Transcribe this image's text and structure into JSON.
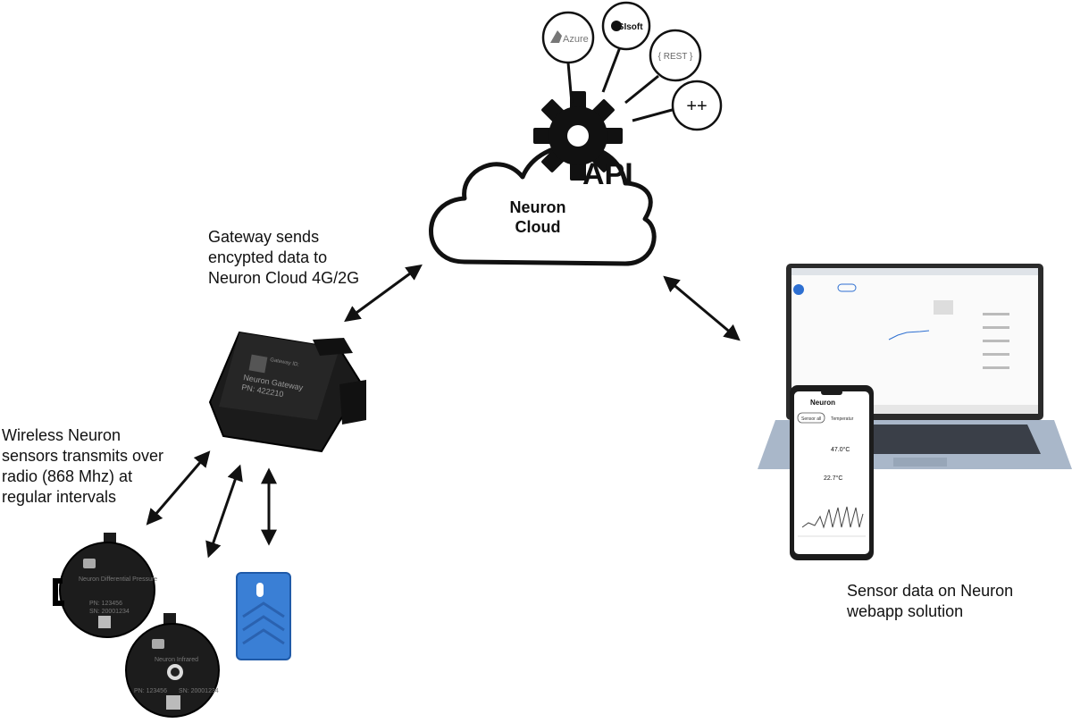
{
  "cloud": {
    "title_line1": "Neuron",
    "title_line2": "Cloud",
    "api_label": "API"
  },
  "integrations": [
    {
      "label": "Azure",
      "icon": "azure-logo-icon"
    },
    {
      "label": "OSIsoft",
      "icon": "osisoft-logo-icon"
    },
    {
      "label": "{ REST }",
      "icon": "rest-icon"
    },
    {
      "label": "++",
      "icon": "plus-plus-icon"
    }
  ],
  "captions": {
    "gateway": [
      "Gateway sends",
      "encypted data to",
      "Neuron Cloud 4G/2G"
    ],
    "sensors": [
      "Wireless Neuron",
      "sensors transmits over",
      "radio (868 Mhz) at",
      "regular intervals"
    ],
    "webapp": [
      "Sensor data on Neuron",
      "webapp solution"
    ]
  },
  "gateway_device": {
    "line1": "Gateway ID:",
    "line2": "Neuron Gateway",
    "line3": "PN: 422210"
  },
  "sensor_pressure": {
    "name": "Neuron Differential Pressure",
    "pn": "PN: 123456",
    "sn": "SN: 20001234"
  },
  "sensor_infrared": {
    "name": "Neuron Infrared",
    "pn": "PN: 123456",
    "sn": "SN: 20001234"
  },
  "phone": {
    "brand": "Neuron",
    "tab1": "Sensor all",
    "tab2": "Temperatur",
    "reading1": "47.0°C",
    "reading2": "22.7°C"
  },
  "colors": {
    "ink": "#111111",
    "sensor_blue": "#3a7fd5",
    "laptop_body": "#a9b7c9"
  }
}
